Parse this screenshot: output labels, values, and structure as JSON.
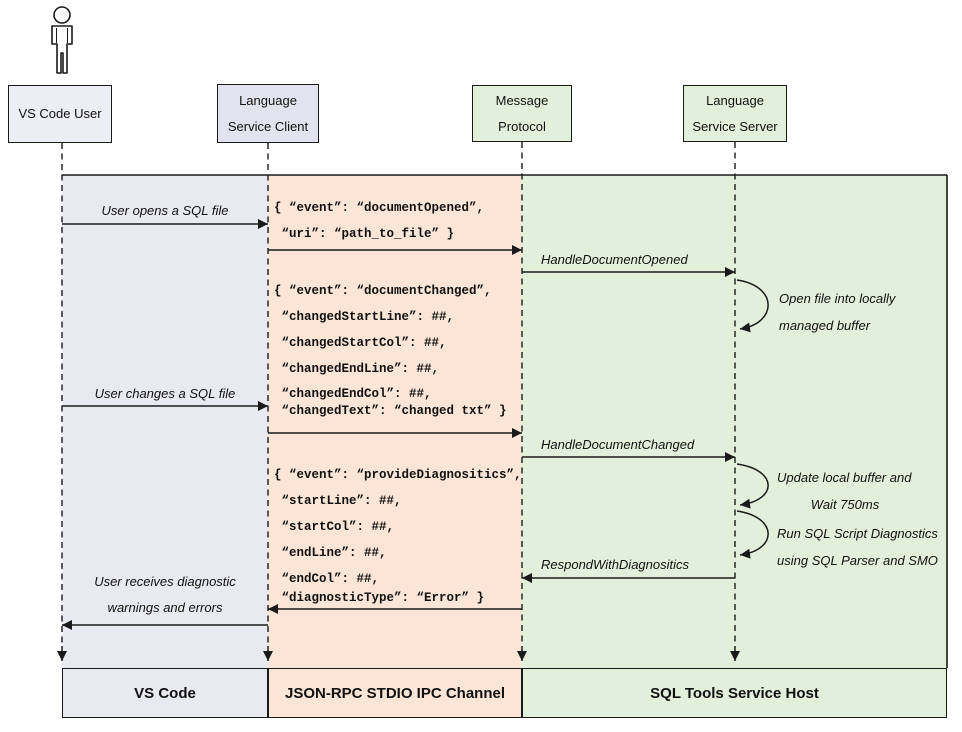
{
  "actors": {
    "user": {
      "line1": "VS Code User"
    },
    "client": {
      "line1": "Language",
      "line2": "Service Client"
    },
    "protocol": {
      "line1": "Message",
      "line2": "Protocol"
    },
    "server": {
      "line1": "Language",
      "line2": "Service Server"
    }
  },
  "lanes": {
    "vscode": "VS Code",
    "ipc": "JSON-RPC STDIO IPC Channel",
    "host": "SQL Tools Service Host"
  },
  "labels": {
    "open_file": "User opens a SQL file",
    "change_file": "User changes a SQL file",
    "receive1": "User receives diagnostic",
    "receive2": "warnings and errors",
    "handle_opened": "HandleDocumentOpened",
    "handle_changed": "HandleDocumentChanged",
    "respond": "RespondWithDiagnositics",
    "open_buffer1": "Open file into locally",
    "open_buffer2": "managed buffer",
    "update1": "Update local buffer and",
    "update2": "Wait 750ms",
    "run1": "Run SQL Script Diagnostics",
    "run2": "using SQL Parser and SMO"
  },
  "json_doc_opened": [
    "{ “event”: “documentOpened”,",
    " “uri”: “path_to_file” }"
  ],
  "json_doc_changed": [
    "{ “event”: “documentChanged”,",
    " “changedStartLine”: ##,",
    " “changedStartCol”: ##,",
    " “changedEndLine”: ##,",
    " “changedEndCol”: ##,",
    " “changedText”: “changed txt” }"
  ],
  "json_diagnostics": [
    "{ “event”: “provideDiagnositics”,",
    " “startLine”: ##,",
    " “startCol”: ##,",
    " “endLine”: ##,",
    " “endCol”: ##,",
    " “diagnosticType”: “Error” }"
  ],
  "colors": {
    "lavender_lane": "#E9E9F2",
    "peach_lane": "#FBE5D6",
    "green_lane": "#E2EFDA",
    "lavender_box": "#E3E3EF",
    "user_box": "#EDEDF5",
    "line": "#1a1a1a"
  }
}
